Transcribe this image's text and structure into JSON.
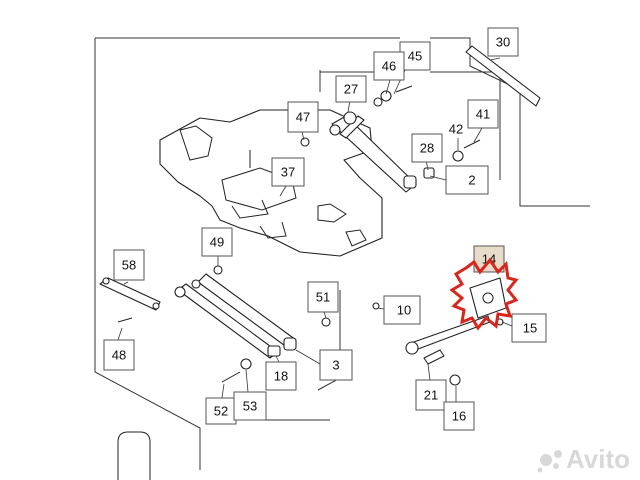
{
  "diagram": {
    "callouts": [
      {
        "id": "c30",
        "label": "30"
      },
      {
        "id": "c45",
        "label": "45"
      },
      {
        "id": "c46",
        "label": "46"
      },
      {
        "id": "c27",
        "label": "27"
      },
      {
        "id": "c41",
        "label": "41"
      },
      {
        "id": "c42",
        "label": "42"
      },
      {
        "id": "c47",
        "label": "47"
      },
      {
        "id": "c28",
        "label": "28"
      },
      {
        "id": "c2",
        "label": "2"
      },
      {
        "id": "c37",
        "label": "37"
      },
      {
        "id": "c49",
        "label": "49"
      },
      {
        "id": "c58",
        "label": "58"
      },
      {
        "id": "c14",
        "label": "14",
        "highlighted": true
      },
      {
        "id": "c51",
        "label": "51"
      },
      {
        "id": "c10",
        "label": "10"
      },
      {
        "id": "c15",
        "label": "15"
      },
      {
        "id": "c48",
        "label": "48"
      },
      {
        "id": "c3",
        "label": "3"
      },
      {
        "id": "c18",
        "label": "18"
      },
      {
        "id": "c21",
        "label": "21"
      },
      {
        "id": "c52",
        "label": "52"
      },
      {
        "id": "c53",
        "label": "53"
      },
      {
        "id": "c16",
        "label": "16"
      }
    ],
    "highlight_color": "#d9261c",
    "highlight_fill": "#e6dcc9"
  },
  "watermark": {
    "text": "Avito"
  }
}
